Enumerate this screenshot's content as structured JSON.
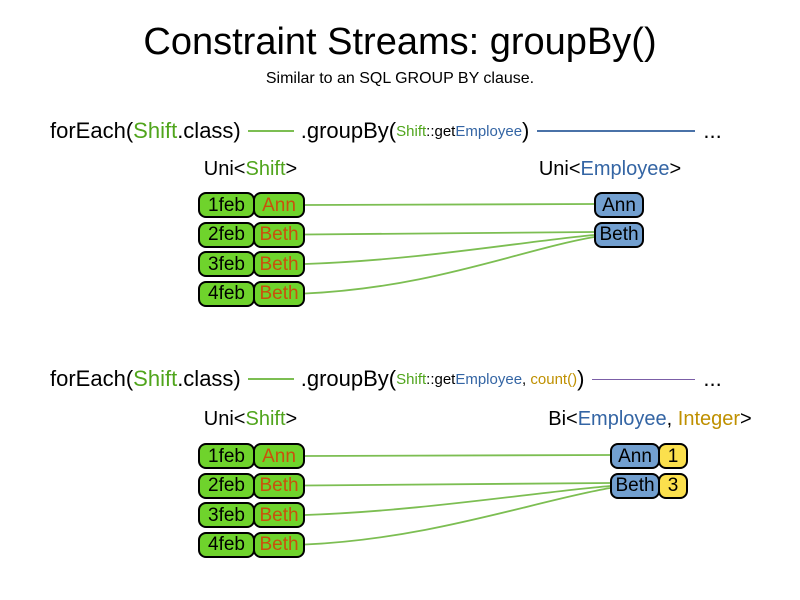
{
  "title": "Constraint Streams: groupBy()",
  "subtitle": "Similar to an SQL GROUP BY clause.",
  "colors": {
    "green_box": "#6FD32C",
    "green_text": "#50A51C",
    "orange_text": "#C9510C",
    "blue_box": "#729FCF",
    "blue_text": "#3465A4",
    "gold_text": "#BF9000",
    "yellow_box": "#FBE04D",
    "green_line": "#7CBE52",
    "blue_line": "#4A72A8",
    "purple_line": "#7B5EA7"
  },
  "section1": {
    "code": {
      "foreach_open": "forEach(",
      "class_name": "Shift",
      "foreach_close": ".class)",
      "groupby_open": ".groupBy(",
      "arg1_class": "Shift",
      "arg1_accessor": "::get",
      "arg1_type": "Employee",
      "groupby_close": ")",
      "ellipsis": "..."
    },
    "source_type": {
      "pre": "Uni<",
      "param": "Shift",
      "post": ">"
    },
    "result_type": {
      "pre": "Uni<",
      "param": "Employee",
      "post": ">"
    },
    "source_rows": [
      {
        "date": "1feb",
        "name": "Ann"
      },
      {
        "date": "2feb",
        "name": "Beth"
      },
      {
        "date": "3feb",
        "name": "Beth"
      },
      {
        "date": "4feb",
        "name": "Beth"
      }
    ],
    "result_rows": [
      {
        "name": "Ann"
      },
      {
        "name": "Beth"
      }
    ]
  },
  "section2": {
    "code": {
      "foreach_open": "forEach(",
      "class_name": "Shift",
      "foreach_close": ".class)",
      "groupby_open": ".groupBy(",
      "arg1_class": "Shift",
      "arg1_accessor": "::get",
      "arg1_type": "Employee",
      "arg_separator": ", ",
      "arg2": "count()",
      "groupby_close": ")",
      "ellipsis": "..."
    },
    "source_type": {
      "pre": "Uni<",
      "param": "Shift",
      "post": ">"
    },
    "result_type": {
      "pre": "Bi<",
      "param1": "Employee",
      "sep": ", ",
      "param2": "Integer",
      "post": ">"
    },
    "source_rows": [
      {
        "date": "1feb",
        "name": "Ann"
      },
      {
        "date": "2feb",
        "name": "Beth"
      },
      {
        "date": "3feb",
        "name": "Beth"
      },
      {
        "date": "4feb",
        "name": "Beth"
      }
    ],
    "result_rows": [
      {
        "name": "Ann",
        "count": "1"
      },
      {
        "name": "Beth",
        "count": "3"
      }
    ]
  }
}
